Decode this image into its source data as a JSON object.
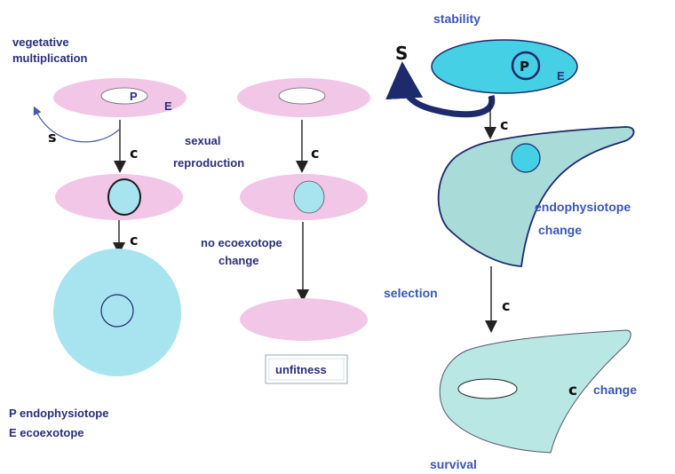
{
  "labels": {
    "vegetative": "vegetative",
    "multiplication": "multiplication",
    "P": "P",
    "E": "E",
    "s": "s",
    "c": "c",
    "sexual": "sexual",
    "reproduction": "reproduction",
    "no_ecoexotope": "no ecoexotope",
    "change": "change",
    "unfitness": "unfitness",
    "legend_P": "P  endophysiotope",
    "legend_E": "E  ecoexotope",
    "stability": "stability",
    "S": "S",
    "endophysiotope": "endophysiotope",
    "selection": "selection",
    "survival": "survival"
  },
  "colors": {
    "pink": "#f2c6e6",
    "cyan": "#a8e4ef",
    "cyan_bright": "#45d0e6",
    "teal": "#a9dcd8",
    "teal_light": "#b8e7e4",
    "dark_blue": "#1d2a6b"
  }
}
